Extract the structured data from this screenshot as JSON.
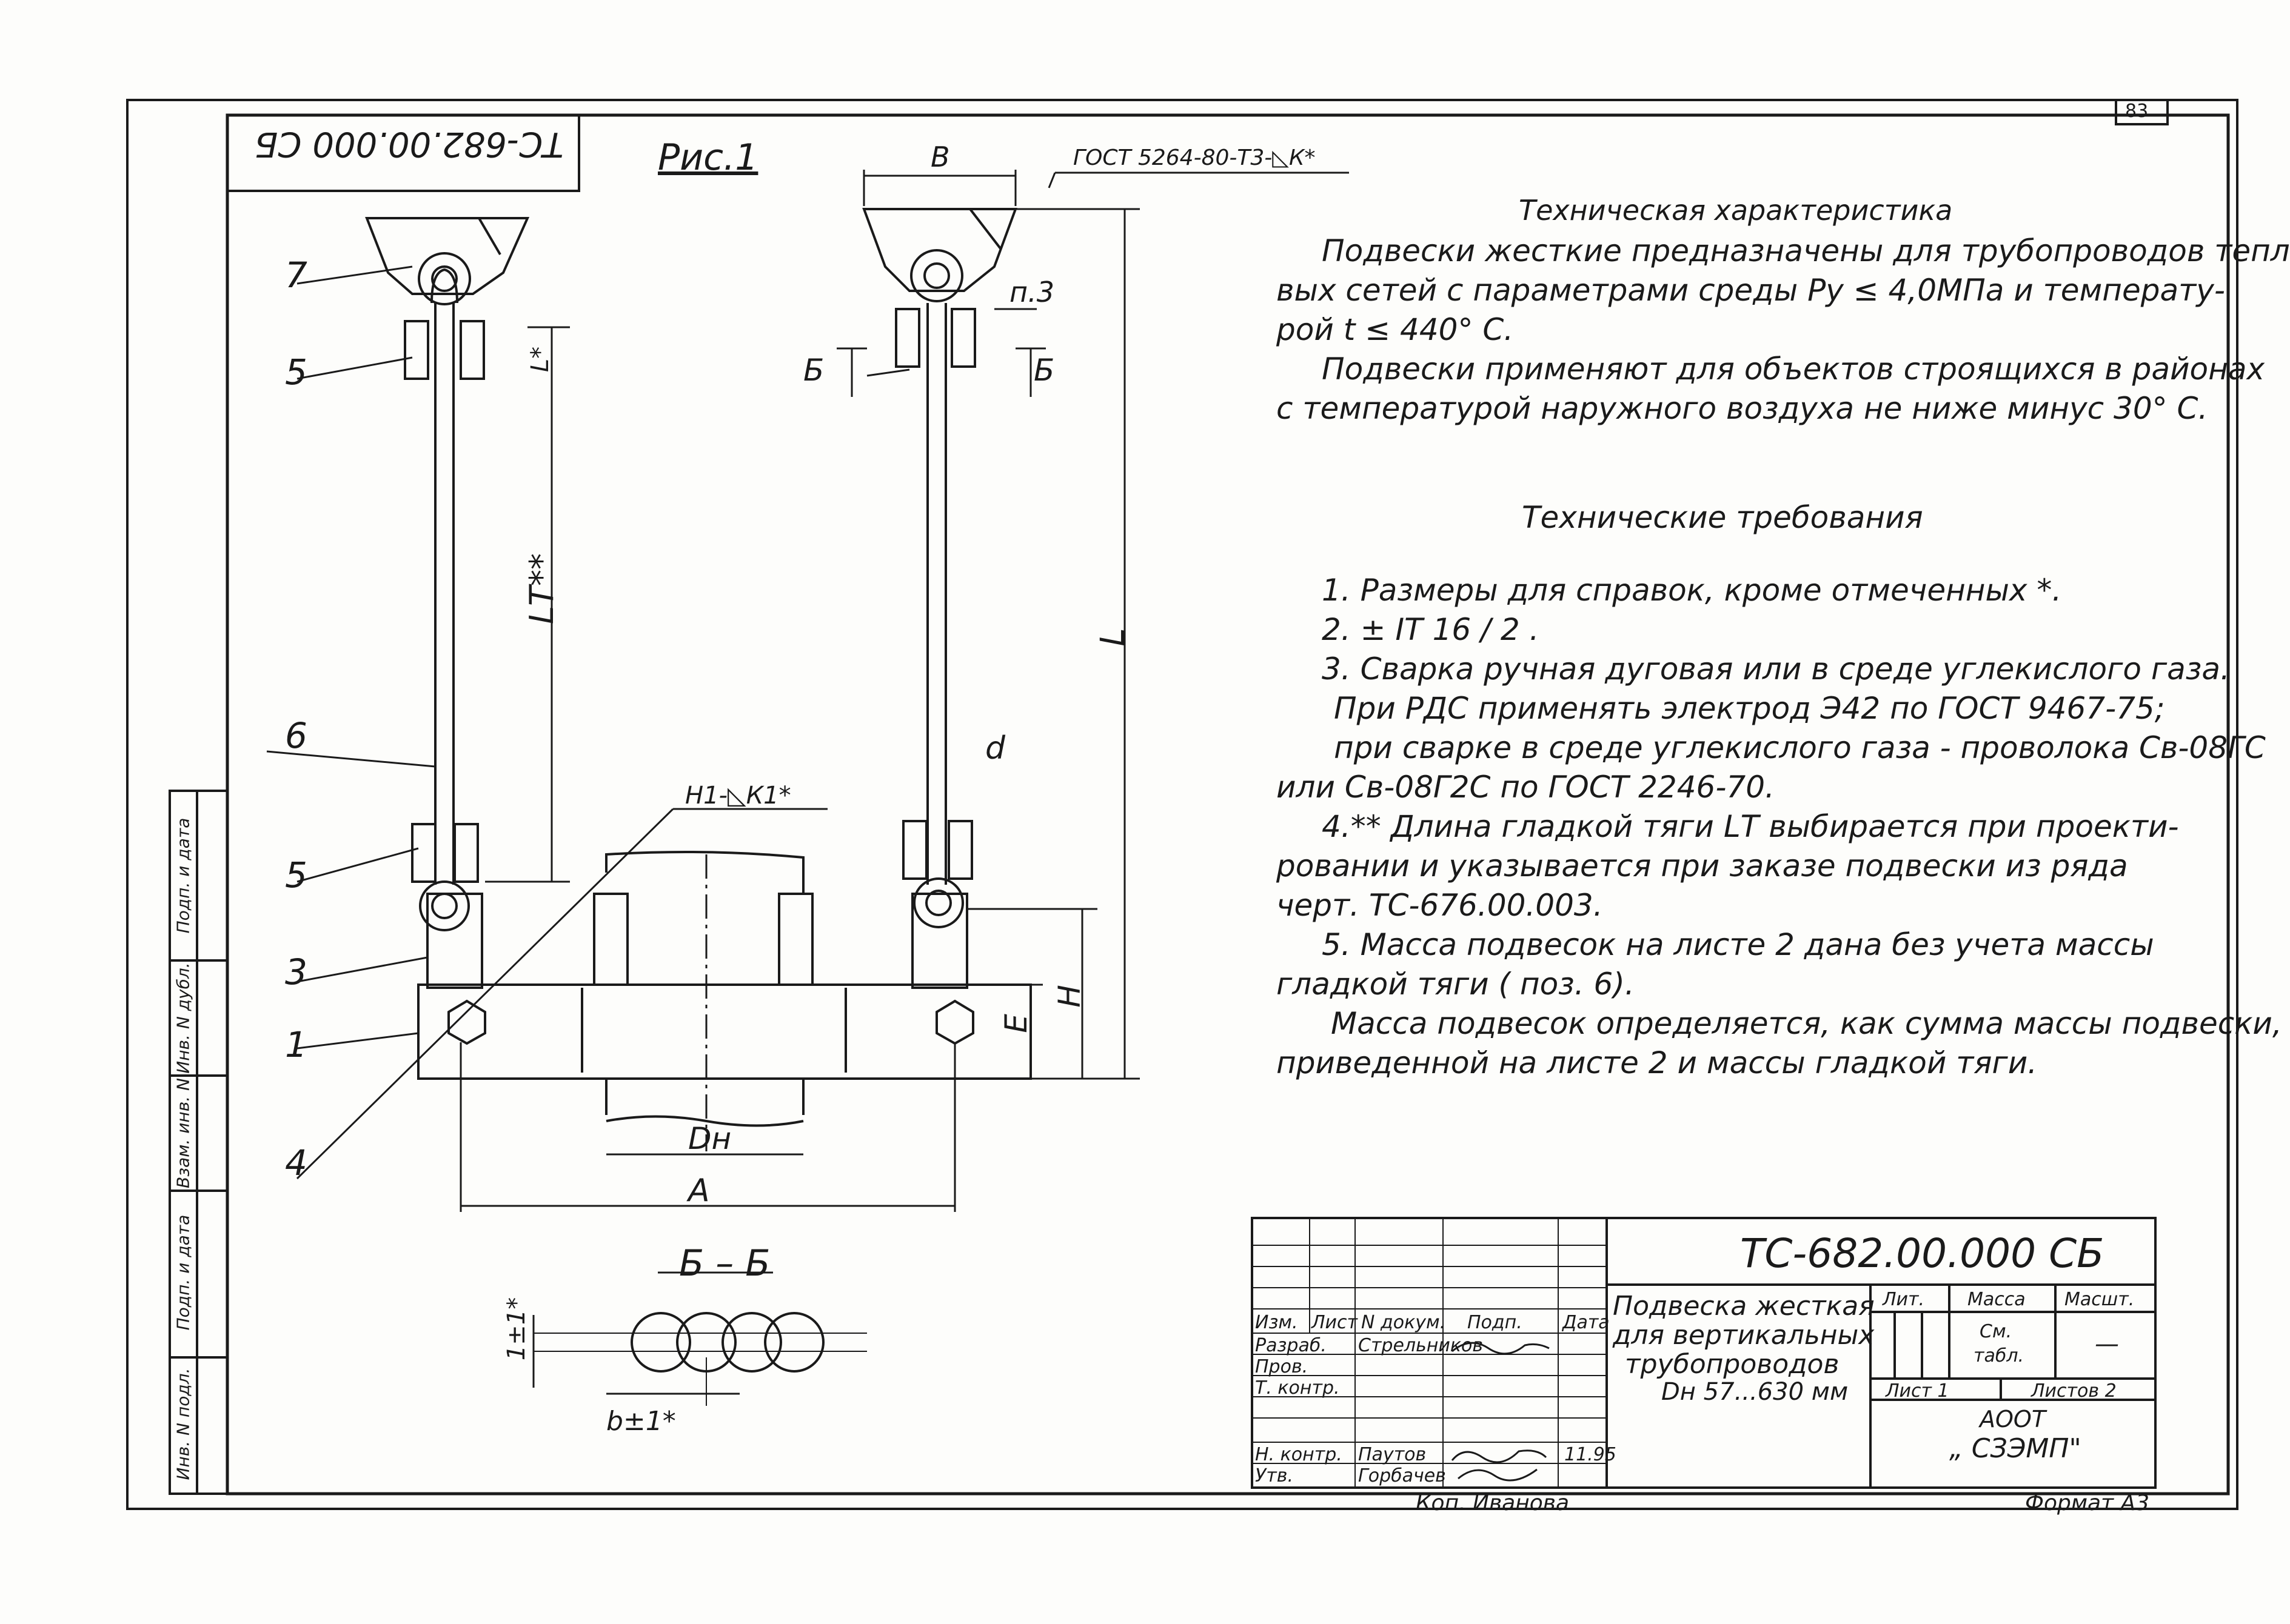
{
  "sheet": {
    "code_rotated": "ТС-682.00.000 СБ",
    "page_number": "83",
    "format": "Формат А3",
    "copied_by": "Коп. Иванова"
  },
  "drawing": {
    "figure_label": "Рис.1",
    "weld_symbol_top": "ГОСТ 5264-80-Т3-◺К*",
    "weld_symbol_mid": "Н1-◺К1*",
    "dim_B": "В",
    "dim_L_star": "L*",
    "dim_LT": "LТ**",
    "dim_L": "L",
    "dim_d": "d",
    "dim_H": "Н",
    "dim_E": "Е",
    "dim_DH": "Dн",
    "dim_A": "А",
    "section_mark_left": "Б",
    "section_mark_right": "Б",
    "part_ref": "п.3",
    "positions": [
      "7",
      "5",
      "6",
      "5",
      "3",
      "1",
      "4"
    ],
    "section_title": "Б – Б",
    "section_dim_v": "1±1*",
    "section_dim_h": "b±1*"
  },
  "side_stamp": [
    "Инв. N подл.",
    "Подп. и дата",
    "Взам. инв. N",
    "Инв. N дубл.",
    "Подп. и дата"
  ],
  "tech_char": {
    "title": "Техническая характеристика",
    "lines": [
      "Подвески жесткие предназначены для трубопроводов тепло-",
      "вых сетей с параметрами среды Ру ≤ 4,0МПа и температу-",
      "рой t ≤ 440° С.",
      "Подвески применяют для объектов строящихся в районах",
      "с температурой наружного воздуха не ниже минус 30° С."
    ]
  },
  "tech_req": {
    "title": "Технические требования",
    "lines": [
      "1. Размеры для справок, кроме отмеченных *.",
      "2. ± IT 16 / 2 .",
      "3. Сварка ручная дуговая или в среде углекислого газа.",
      "При РДС применять электрод Э42 по ГОСТ 9467-75;",
      "при сварке в среде углекислого газа - проволока Св-08ГС",
      "или Св-08Г2С по ГОСТ 2246-70.",
      "4.** Длина гладкой тяги LТ выбирается при проекти-",
      "ровании и указывается при заказе подвески из ряда",
      "черт. ТС-676.00.003.",
      "5. Масса подвесок на листе 2 дана без учета массы",
      "гладкой тяги ( поз. 6).",
      "Масса подвесок определяется, как сумма массы подвески,",
      "приведенной на листе 2 и массы гладкой тяги."
    ]
  },
  "title_block": {
    "code": "ТС-682.00.000 СБ",
    "name_lines": [
      "Подвеска жесткая",
      "для вертикальных",
      "трубопроводов",
      "Dн 57...630 мм"
    ],
    "col_headers": [
      "Изм.",
      "Лист",
      "N докум.",
      "Подп.",
      "Дата"
    ],
    "roles": [
      "Разраб.",
      "Пров.",
      "Т. контр.",
      "",
      "Н. контр.",
      "Утв."
    ],
    "names": [
      "Стрельников",
      "",
      "",
      "",
      "Паутов",
      "Горбачев"
    ],
    "date_nkontr": "11.95",
    "lit_label": "Лит.",
    "mass_label": "Масса",
    "scale_label": "Масшт.",
    "mass_value_1": "См.",
    "mass_value_2": "табл.",
    "scale_value": "—",
    "sheet_label": "Лист 1",
    "sheets_label": "Листов 2",
    "org_1": "АООТ",
    "org_2": "„ СЗЭМП\""
  }
}
